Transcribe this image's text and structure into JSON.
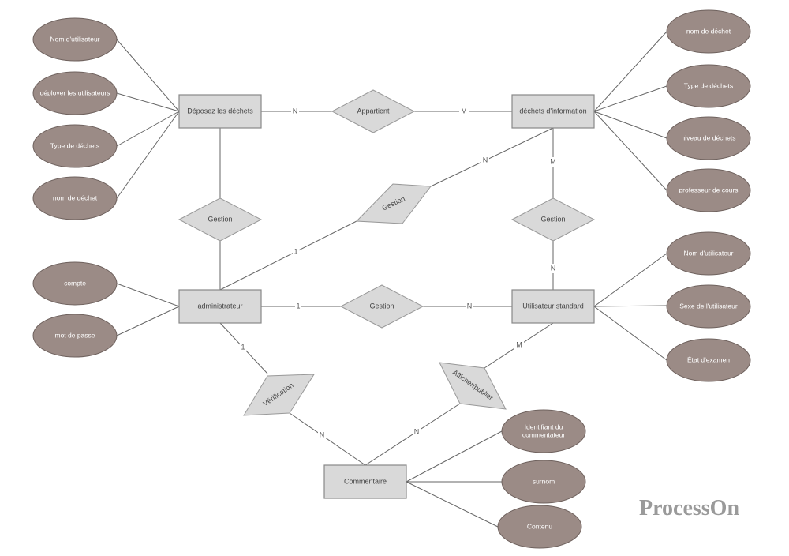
{
  "entities": {
    "deposez": "Déposez les déchets",
    "dechets_info": "déchets d'information",
    "admin": "administrateur",
    "utilisateur": "Utilisateur standard",
    "commentaire": "Commentaire"
  },
  "relations": {
    "appartient": "Appartient",
    "gestion_left": "Gestion",
    "gestion_diag": "Gestion",
    "gestion_right": "Gestion",
    "gestion_mid": "Gestion",
    "verification": "Vérification",
    "afficher": "Afficher/publier"
  },
  "attributes": {
    "deposez": [
      "Nom d'utilisateur",
      "déployer les utilisateurs",
      "Type de déchets",
      "nom de déchet"
    ],
    "admin": [
      "compte",
      "mot de passe"
    ],
    "dechets_info": [
      "nom de déchet",
      "Type de déchets",
      "niveau de déchets",
      "professeur de cours"
    ],
    "utilisateur": [
      "Nom d'utilisateur",
      "Sexe de l'utilisateur",
      "État d'examen"
    ],
    "commentaire": [
      "Identifiant du",
      "commentateur",
      "surnom",
      "Contenu"
    ]
  },
  "cardinalities": {
    "deposez_appartient": "N",
    "appartient_dechets": "M",
    "admin_gestion_diag": "1",
    "gestion_diag_dechets": "N",
    "dechets_gestion_right": "M",
    "gestion_right_utilisateur": "N",
    "admin_gestion_mid": "1",
    "gestion_mid_utilisateur": "N",
    "admin_verification": "1",
    "verification_commentaire": "N",
    "utilisateur_afficher": "M",
    "afficher_commentaire": "N"
  },
  "watermark": "ProcessOn"
}
